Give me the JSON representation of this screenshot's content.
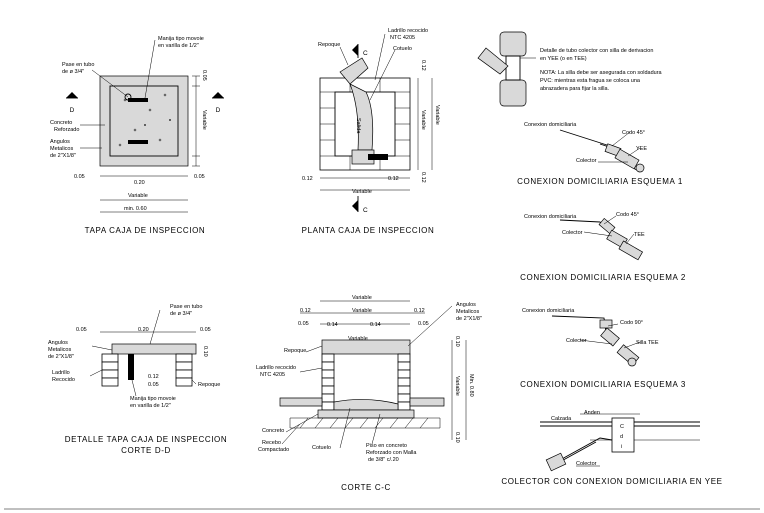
{
  "tapa": {
    "title": "TAPA CAJA DE INSPECCION",
    "pase_tubo_1": "Pase en tubo",
    "pase_tubo_2": "de ø 3/4\"",
    "manija_1": "Manija tipo movoie",
    "manija_2": "en varilla de 1/2\"",
    "concreto": "Concreto",
    "reforzado": "Reforzado",
    "angulos_1": "Angulos",
    "angulos_2": "Metalicos",
    "angulos_3": "de 2\"X1/8\"",
    "dim_005_top": "0.05",
    "dim_005_l": "0.05",
    "dim_020": "0.20",
    "dim_005_r": "0.05",
    "dim_variable_side": "Variable",
    "dim_variable_bot": "Variable",
    "dim_min": "min. 0.60",
    "sec_d": "D"
  },
  "planta": {
    "title": "PLANTA CAJA DE INSPECCION",
    "ladrillo_1": "Ladrillo recocido",
    "ladrillo_2": "NTC 4205",
    "repoque": "Repoque",
    "cotuelo": "Cotuelo",
    "salida": "Salida",
    "c_mark": "C",
    "dim_012_a": "0.12",
    "dim_012_b": "0.12",
    "dim_012_c": "0.12",
    "dim_012_d": "0.12",
    "variable_1": "Variable",
    "variable_2": "Variable",
    "variable_3": "Variable"
  },
  "detalle": {
    "title_1": "DETALLE TAPA CAJA DE INSPECCION",
    "title_2": "CORTE D-D",
    "pase_1": "Pase en tubo",
    "pase_2": "de ø 3/4\"",
    "d005_a": "0.05",
    "d020": "0.20",
    "d005_b": "0.05",
    "angulos_1": "Angulos",
    "angulos_2": "Metalicos",
    "angulos_3": "de 2\"X1/8\"",
    "ladrillo_1": "Ladrillo",
    "ladrillo_2": "Recocido",
    "repoque": "Repoque",
    "manija_1": "Manija tipo movoie",
    "manija_2": "en varilla de 1/2\"",
    "d012": "0.12",
    "d005_c": "0.05",
    "d010": "0.10"
  },
  "corte": {
    "title": "CORTE C-C",
    "variable_top": "Variable",
    "variable_mid": "Variable",
    "variable_in": "Variable",
    "d012_a": "0.12",
    "d012_b": "0.12",
    "d005_a": "0.05",
    "d014_a": "0.14",
    "d014_b": "0.14",
    "d005_b": "0.05",
    "angulos_1": "Angulos",
    "angulos_2": "Metalicos",
    "angulos_3": "de 2\"X1/8\"",
    "repoque": "Repoque",
    "ladrillo_1": "Ladrillo recocido",
    "ladrillo_2": "NTC 4205",
    "concreto": "Concreto",
    "recebo_1": "Recebo",
    "recebo_2": "Compactado",
    "cotuelo": "Cotuelo",
    "piso_1": "Piso en concreto",
    "piso_2": "Reforzado con Malla",
    "piso_3": "de 3/8\" c/.20",
    "d010_a": "0.10",
    "d010_b": "0.10",
    "variable_side": "Variable",
    "min080": "Min. 0.80"
  },
  "notas": {
    "detalle_1": "Detalle de tubo colector con silla de derivacion",
    "detalle_2": "en YEE (o en TEE)",
    "nota_1": "NOTA: La silla debe ser asegurada con soldadura",
    "nota_2": "PVC: mientras esta fragua se coloca una",
    "nota_3": "abrazadera para fijar la silla."
  },
  "esquema1": {
    "title": "CONEXION DOMICILIARIA ESQUEMA 1",
    "conexion": "Conexion domiciliaria",
    "codo": "Codo 45°",
    "yee": "YEE",
    "colector": "Colector"
  },
  "esquema2": {
    "title": "CONEXION DOMICILIARIA ESQUEMA 2",
    "conexion": "Conexion domiciliaria",
    "codo": "Codo 45°",
    "colector": "Colector",
    "tee": "TEE"
  },
  "esquema3": {
    "title": "CONEXION DOMICILIARIA ESQUEMA 3",
    "conexion": "Conexion domiciliaria",
    "codo": "Codo 90°",
    "colector": "Colector",
    "silla": "Silla TEE"
  },
  "colector_yee": {
    "title": "COLECTOR CON CONEXION DOMICILIARIA EN YEE",
    "calzada": "Calzada",
    "anden": "Anden",
    "colector": "Colector",
    "box_c": "C",
    "box_d": "d",
    "box_i": "i"
  }
}
